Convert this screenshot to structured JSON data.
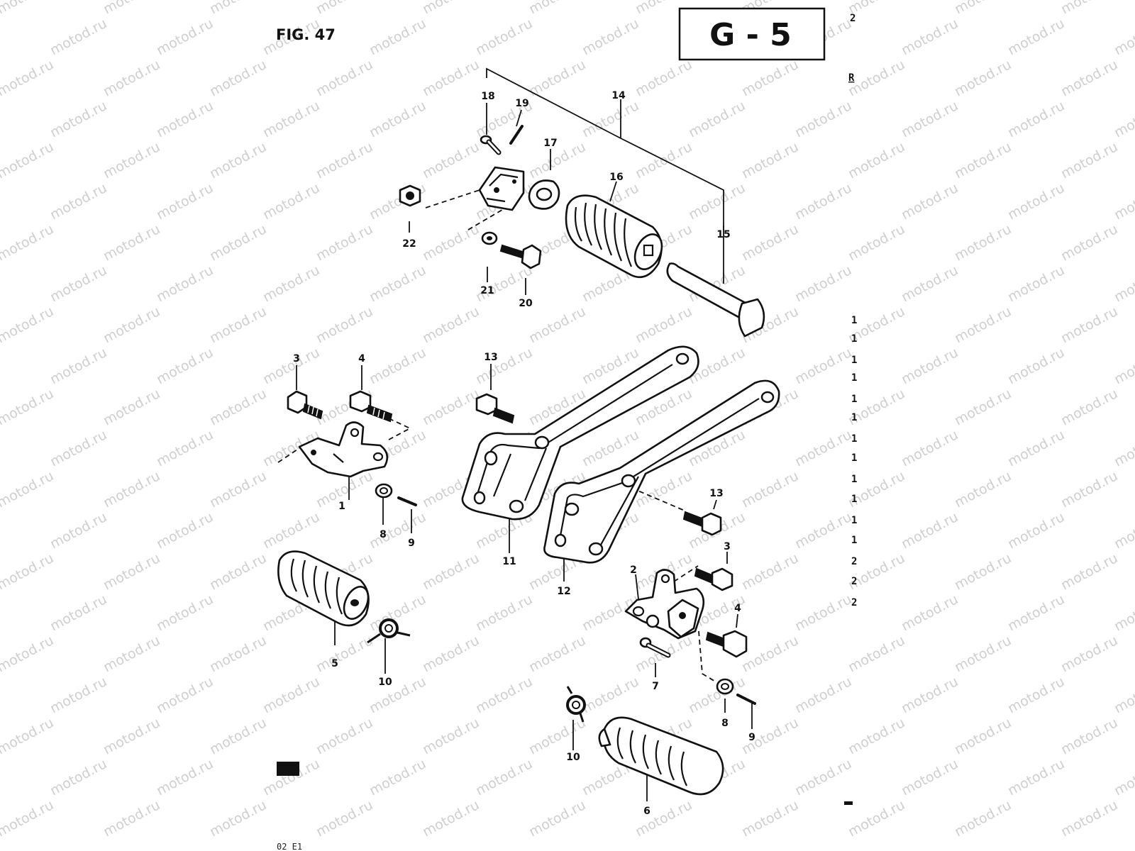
{
  "figure": {
    "label": "FIG. 47",
    "code": "G - 5",
    "footer": "02 E1"
  },
  "watermark": "motod.ru",
  "callouts": [
    {
      "id": "1",
      "text": "1"
    },
    {
      "id": "2",
      "text": "2"
    },
    {
      "id": "3a",
      "text": "3"
    },
    {
      "id": "3b",
      "text": "3"
    },
    {
      "id": "4a",
      "text": "4"
    },
    {
      "id": "4b",
      "text": "4"
    },
    {
      "id": "5",
      "text": "5"
    },
    {
      "id": "6",
      "text": "6"
    },
    {
      "id": "7",
      "text": "7"
    },
    {
      "id": "8a",
      "text": "8"
    },
    {
      "id": "8b",
      "text": "8"
    },
    {
      "id": "9a",
      "text": "9"
    },
    {
      "id": "9b",
      "text": "9"
    },
    {
      "id": "10a",
      "text": "10"
    },
    {
      "id": "10b",
      "text": "10"
    },
    {
      "id": "11",
      "text": "11"
    },
    {
      "id": "12",
      "text": "12"
    },
    {
      "id": "13a",
      "text": "13"
    },
    {
      "id": "13b",
      "text": "13"
    },
    {
      "id": "14",
      "text": "14"
    },
    {
      "id": "15",
      "text": "15"
    },
    {
      "id": "16",
      "text": "16"
    },
    {
      "id": "17",
      "text": "17"
    },
    {
      "id": "18",
      "text": "18"
    },
    {
      "id": "19",
      "text": "19"
    },
    {
      "id": "20",
      "text": "20"
    },
    {
      "id": "21",
      "text": "21"
    },
    {
      "id": "22",
      "text": "22"
    }
  ],
  "edge_marks": [
    "2",
    "R",
    "1",
    "1",
    "1",
    "1",
    "1",
    "1",
    "1",
    "1",
    "1",
    "1",
    "1",
    "1",
    "2",
    "2",
    "2"
  ]
}
